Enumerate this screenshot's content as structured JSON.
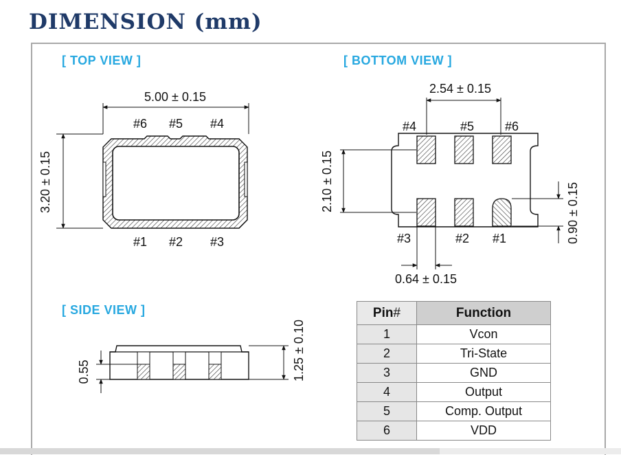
{
  "title": "DIMENSION (mm)",
  "views": {
    "top": "[ TOP VIEW ]",
    "bottom": "[ BOTTOM  VIEW ]",
    "side": "[ SIDE VIEW ]"
  },
  "top_view": {
    "width_dim": "5.00 ± 0.15",
    "height_dim": "3.20 ± 0.15",
    "pins_top": [
      "#6",
      "#5",
      "#4"
    ],
    "pins_bottom": [
      "#1",
      "#2",
      "#3"
    ]
  },
  "bottom_view": {
    "pitch_dim": "2.54 ± 0.15",
    "row_dim": "2.10 ± 0.15",
    "pad_height_dim": "0.90 ± 0.15",
    "pad_width_dim": "0.64 ± 0.15",
    "pins_top": [
      "#4",
      "#5",
      "#6"
    ],
    "pins_bottom": [
      "#3",
      "#2",
      "#1"
    ]
  },
  "side_view": {
    "height_dim": "1.25 ± 0.10",
    "pad_dim": "0.55"
  },
  "pin_table": {
    "header_pin": "Pin",
    "header_hash": "#",
    "header_function": "Function",
    "rows": [
      {
        "pin": "1",
        "function": "Vcon"
      },
      {
        "pin": "2",
        "function": "Tri-State"
      },
      {
        "pin": "3",
        "function": "GND"
      },
      {
        "pin": "4",
        "function": "Output"
      },
      {
        "pin": "5",
        "function": "Comp. Output"
      },
      {
        "pin": "6",
        "function": "VDD"
      }
    ]
  },
  "colors": {
    "title": "#1f3a68",
    "section_label": "#27a8e0",
    "frame": "#a8a8a8"
  }
}
